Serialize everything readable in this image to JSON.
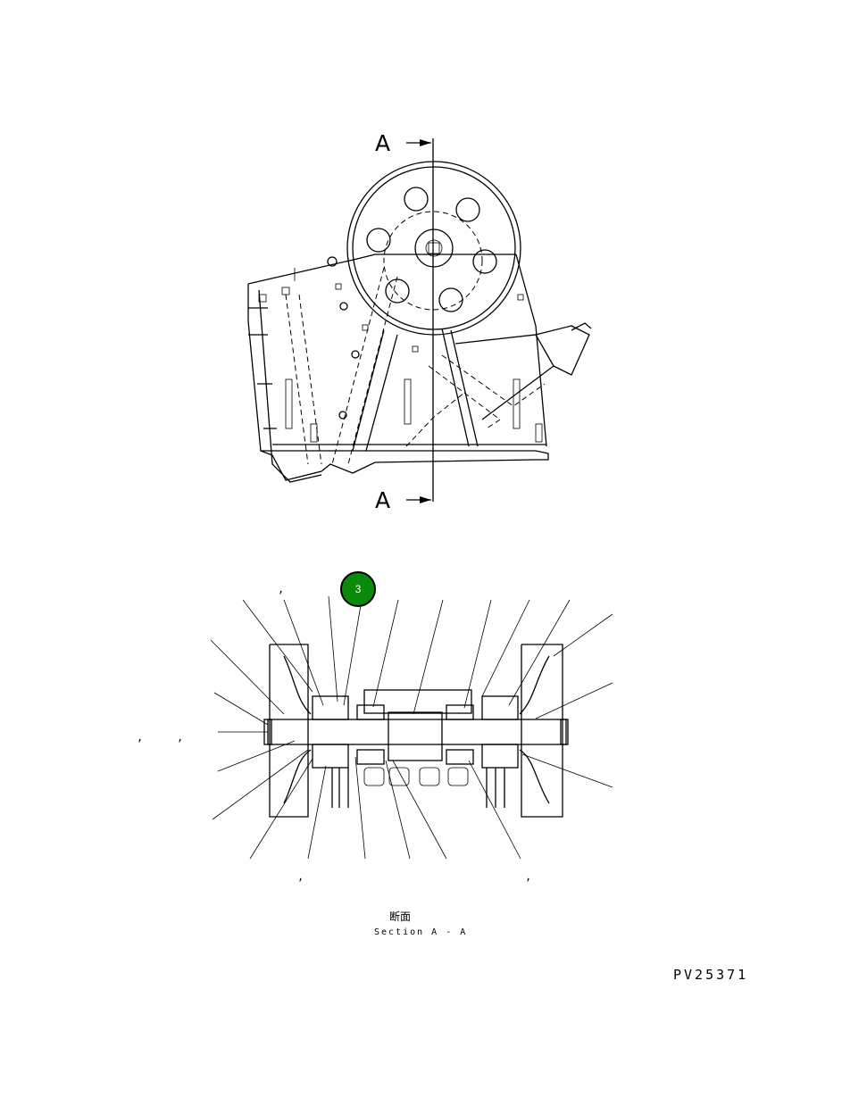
{
  "section_marker": {
    "top_letter": "A",
    "bottom_letter": "A"
  },
  "callout_badge": {
    "number": "3",
    "color": "#0a8a0a"
  },
  "caption": {
    "japanese": "断面",
    "english": "Section A - A"
  },
  "drawing_id": "PV25371",
  "stray_marks": [
    ",",
    ",",
    ",",
    ",",
    ","
  ]
}
